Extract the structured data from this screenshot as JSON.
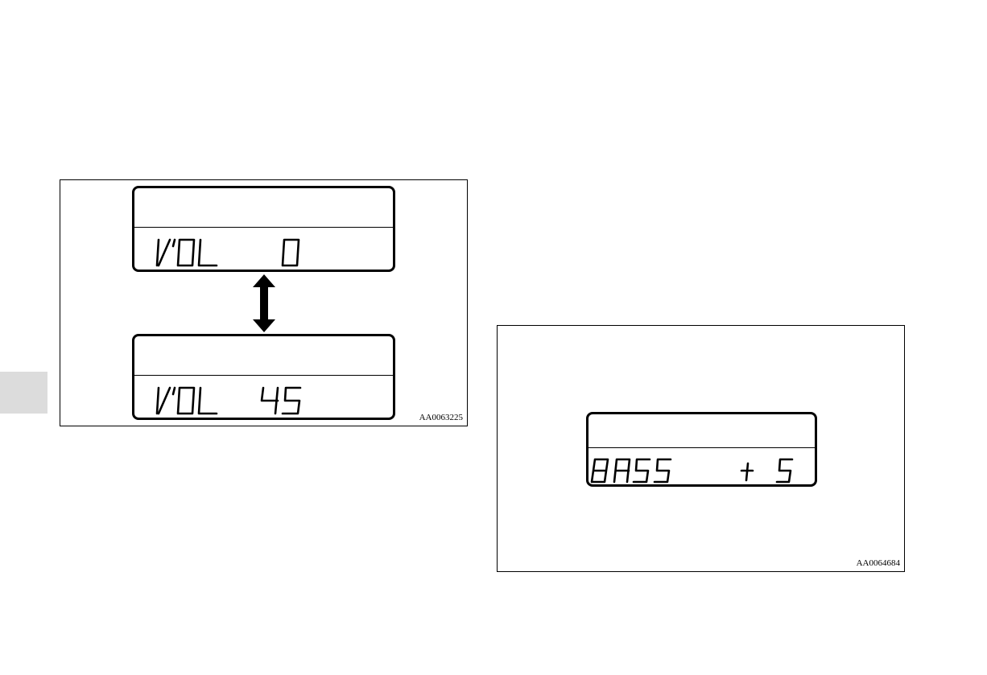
{
  "figures": [
    {
      "id": "AA0063225",
      "code": "AA0063225",
      "displays": [
        {
          "label": "VOL",
          "value": "0"
        },
        {
          "label": "VOL",
          "value": "45"
        }
      ],
      "connector_icon": "double-headed-vertical-arrow-icon"
    },
    {
      "id": "AA0064684",
      "code": "AA0064684",
      "displays": [
        {
          "label": "BASS",
          "sign": "+",
          "value": "5"
        }
      ]
    }
  ],
  "colors": {
    "ink": "#000000",
    "side_tab": "#dcdcdc",
    "background": "#ffffff"
  }
}
